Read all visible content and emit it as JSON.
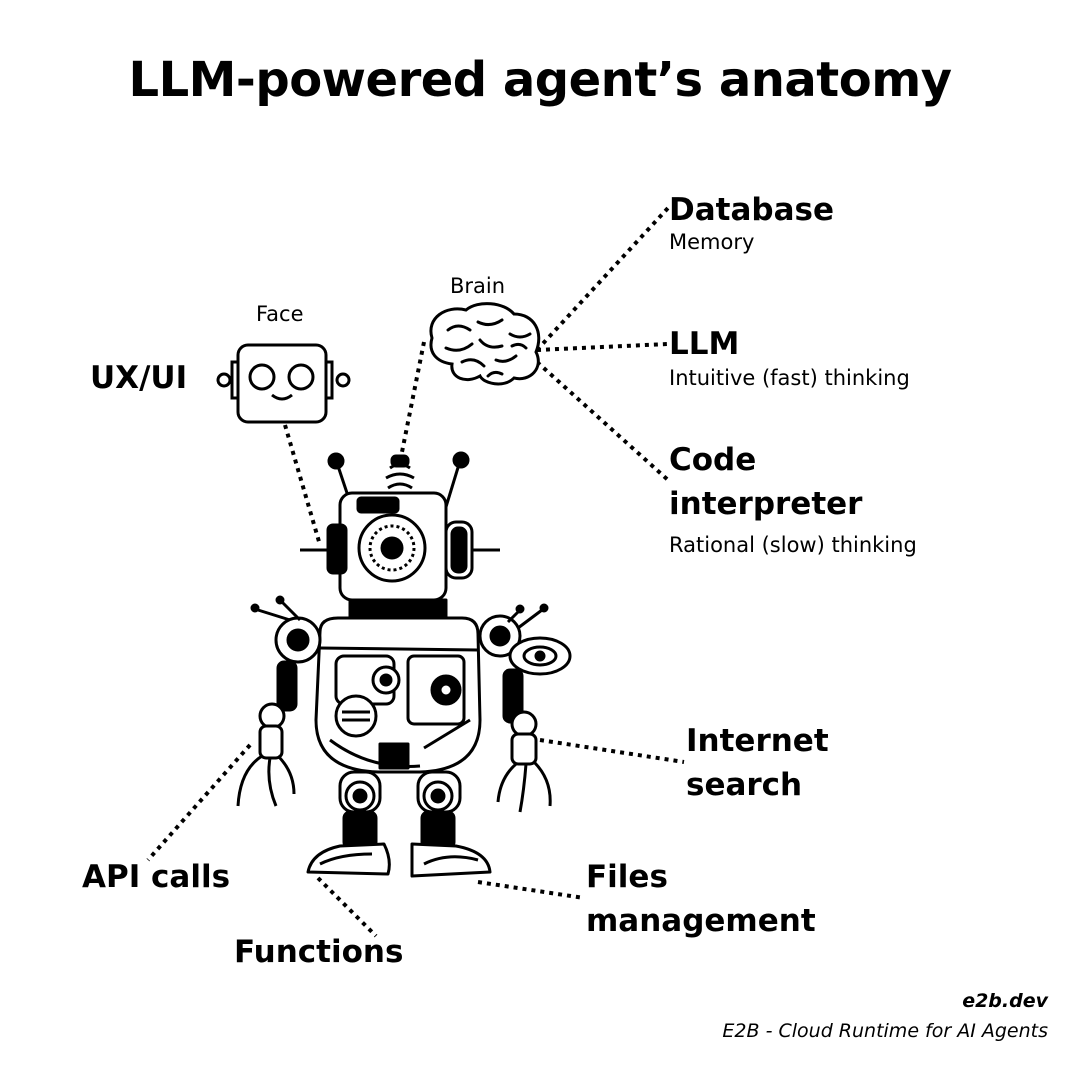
{
  "title": "LLM-powered agent’s anatomy",
  "labels": {
    "face": "Face",
    "brain": "Brain",
    "ux_ui": "UX/UI",
    "database": "Database",
    "memory": "Memory",
    "llm": "LLM",
    "llm_desc": "Intuitive (fast) thinking",
    "code": "Code",
    "interpreter": "interpreter",
    "code_desc": "Rational (slow) thinking",
    "internet": "Internet",
    "search": "search",
    "api_calls": "API calls",
    "files": "Files",
    "management": "management",
    "functions": "Functions"
  },
  "footer": {
    "site": "e2b.dev",
    "tagline": "E2B - Cloud Runtime for AI Agents"
  }
}
